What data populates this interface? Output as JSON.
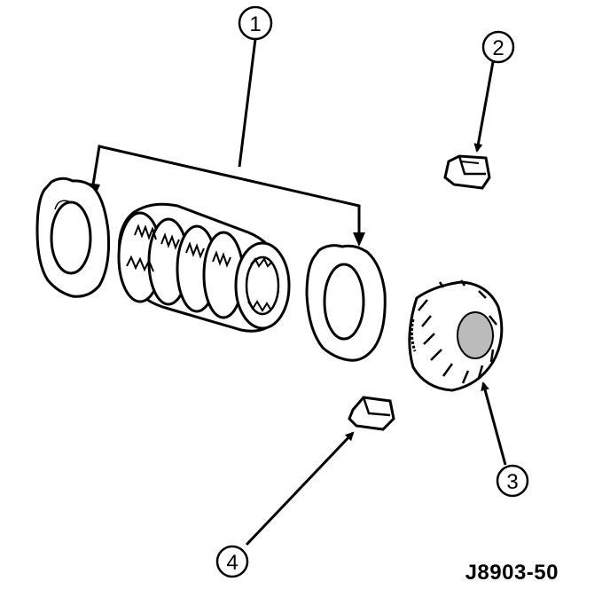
{
  "callouts": [
    {
      "number": "1",
      "part": "clutch discs and plates"
    },
    {
      "number": "2",
      "part": "upper shim / retainer"
    },
    {
      "number": "3",
      "part": "side gear"
    },
    {
      "number": "4",
      "part": "lower shim / retainer"
    }
  ],
  "reference_code": "J8903-50"
}
